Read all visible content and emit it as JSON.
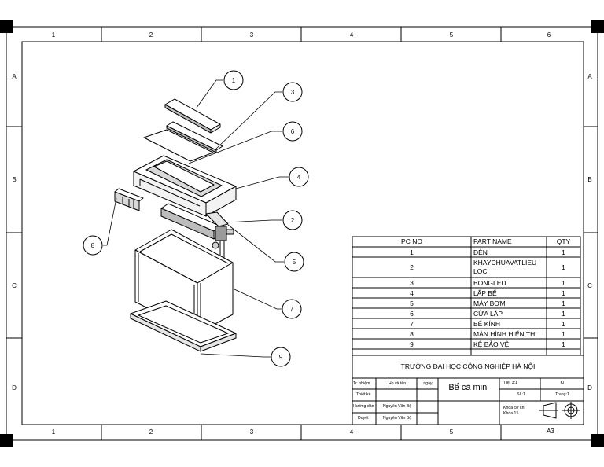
{
  "zones": {
    "columns": [
      "1",
      "2",
      "3",
      "4",
      "5",
      "6"
    ],
    "rows": [
      "A",
      "B",
      "C",
      "D"
    ]
  },
  "balloons": [
    "1",
    "2",
    "3",
    "4",
    "5",
    "6",
    "7",
    "8",
    "9"
  ],
  "bom": {
    "headers": {
      "no": "PC NO",
      "name": "PART NAME",
      "qty": "QTY"
    },
    "rows": [
      {
        "no": "1",
        "name": "ĐÈN",
        "qty": "1"
      },
      {
        "no": "2",
        "name": "KHAYCHUAVATLIEU LOC",
        "qty": "1"
      },
      {
        "no": "3",
        "name": "BONGLED",
        "qty": "1"
      },
      {
        "no": "4",
        "name": "LẮP BỂ",
        "qty": "1"
      },
      {
        "no": "5",
        "name": "MÁY BƠM",
        "qty": "1"
      },
      {
        "no": "6",
        "name": "CỬA LẮP",
        "qty": "1"
      },
      {
        "no": "7",
        "name": "BỂ KÍNH",
        "qty": "1"
      },
      {
        "no": "8",
        "name": "MÀN HÌNH HIỂN THỊ",
        "qty": "1"
      },
      {
        "no": "9",
        "name": "KỆ BẢO VỆ",
        "qty": "1"
      }
    ]
  },
  "title_block": {
    "school": "TRƯỜNG ĐẠI HỌC CÔNG NGHIỆP HÀ NỘI",
    "title": "Bể cá mini",
    "roles": [
      "Tr. nhiệm",
      "Thiết kế",
      "Hướng dẫn",
      "Duyệt"
    ],
    "col_name": "Họ và tên",
    "col_sign": "ngày",
    "names": [
      "",
      "",
      "Nguyễn Văn Bộ",
      "Nguyễn Văn Bộ"
    ],
    "scale": "Tỉ lệ: 3:1",
    "ki": "Kí",
    "sl": "SL:1",
    "trang": "Trang:1",
    "faculty": "Khoa cơ khí",
    "course": "Khóa 15",
    "sheet_size": "A3"
  }
}
